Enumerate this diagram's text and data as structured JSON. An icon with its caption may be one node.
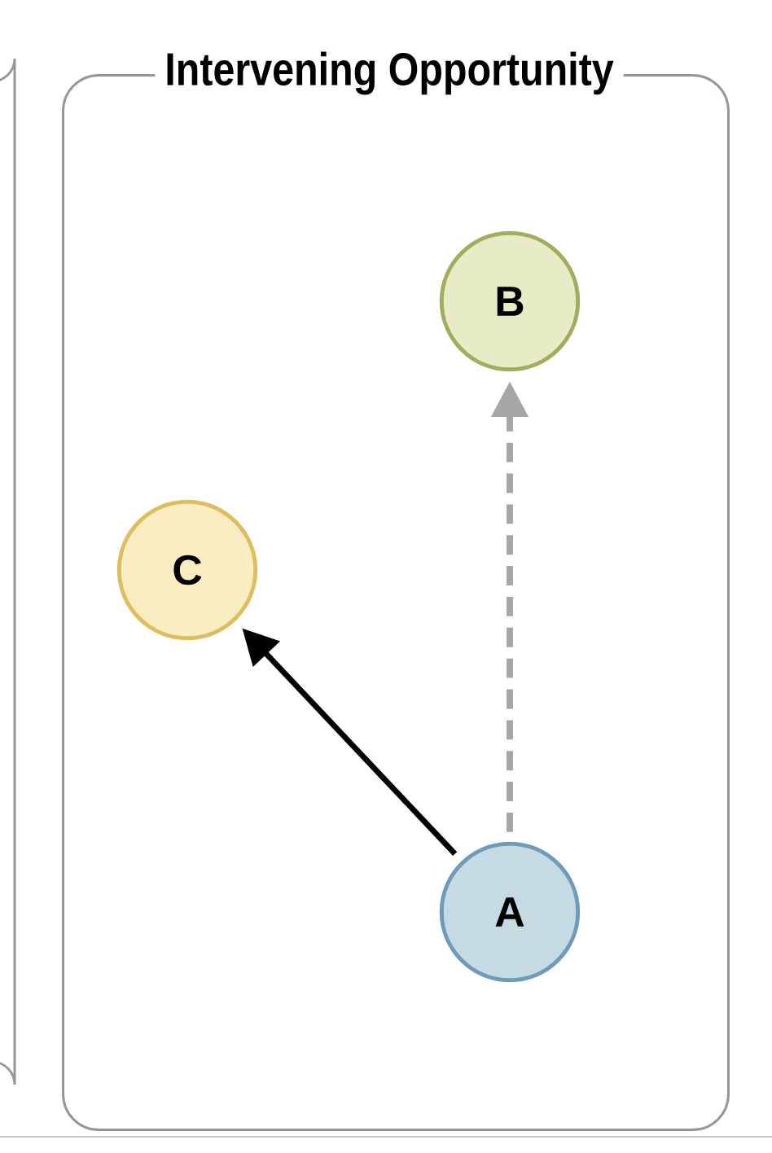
{
  "diagram": {
    "nodes": [
      {
        "text": [
          "Intervening Opportunity"
        ]
      },
      {
        "text": [
          "B"
        ],
        "in": 0
      },
      {
        "text": [
          "C"
        ],
        "in": 0
      },
      {
        "text": [
          "A"
        ],
        "in": 0
      }
    ],
    "edges": [
      {
        "from": 3,
        "to": 2,
        "arrow": "to"
      },
      {
        "from": 3,
        "to": 1,
        "arrow": "to",
        "style": "dashed",
        "color": "#a6a6a6"
      }
    ]
  }
}
